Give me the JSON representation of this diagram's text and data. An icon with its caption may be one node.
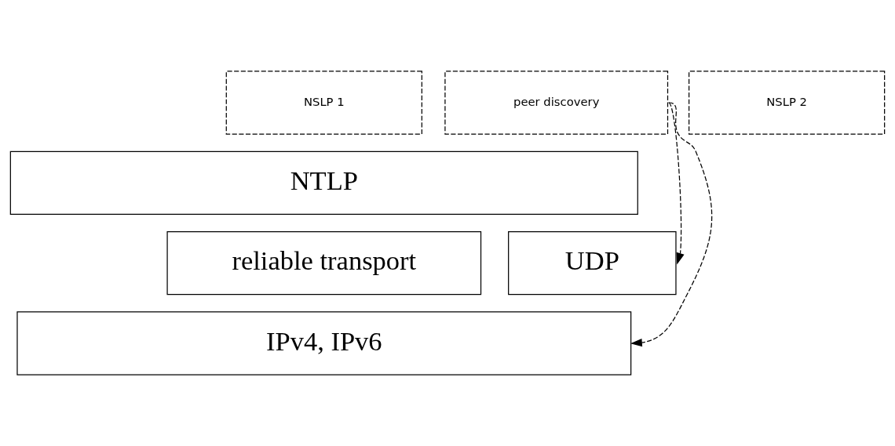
{
  "diagram": {
    "nodes": [
      {
        "text": [
          "NSLP 1"
        ]
      },
      {
        "text": [
          "NSLP 2"
        ]
      },
      {
        "text": [
          "peer discovery"
        ]
      },
      {
        "text": [
          "NTLP"
        ]
      },
      {
        "text": [
          "reliable transport"
        ]
      },
      {
        "text": [
          "UDP"
        ]
      },
      {
        "text": [
          "IPv4, IPv6"
        ]
      }
    ],
    "edges": [
      {
        "from": 2,
        "to": 5,
        "arrow": "to",
        "style": "dashed"
      },
      {
        "from": 2,
        "to": 6,
        "arrow": "to",
        "style": "dashed"
      }
    ]
  }
}
